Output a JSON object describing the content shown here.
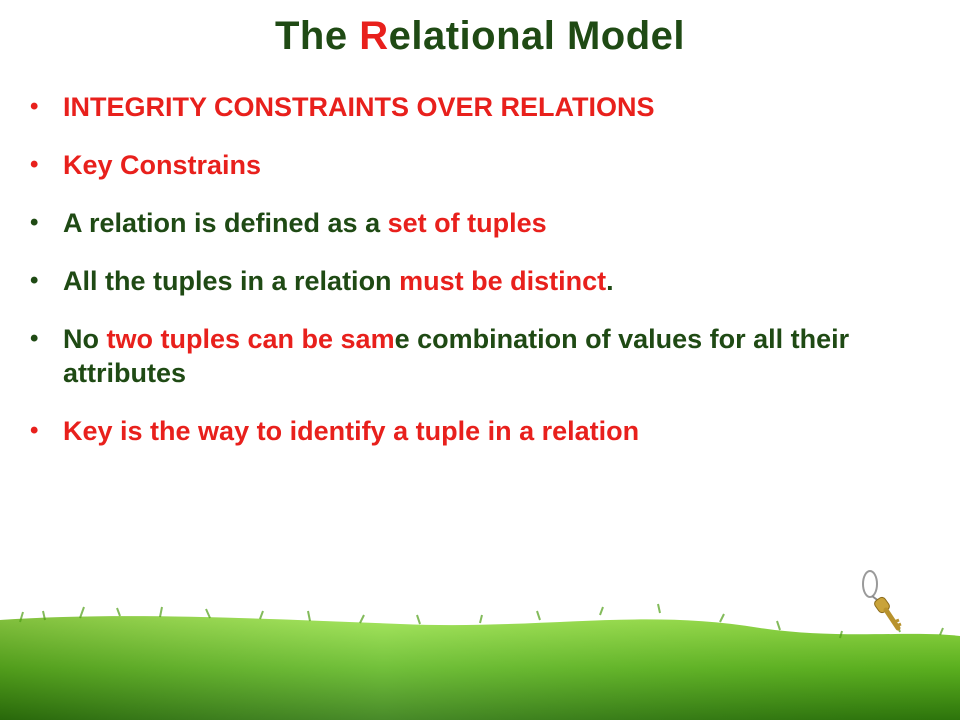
{
  "colors": {
    "green": "#1f4a14",
    "red": "#e8201c",
    "grass_light": "#8ed83a",
    "grass_dark": "#3d8a12"
  },
  "title": [
    {
      "text": "The ",
      "color": "green"
    },
    {
      "text": "R",
      "color": "red"
    },
    {
      "text": "elational Model",
      "color": "green"
    }
  ],
  "bullets": [
    [
      {
        "text": "INTEGRITY CONSTRAINTS OVER RELATIONS",
        "color": "red"
      }
    ],
    [
      {
        "text": "Key Constrains",
        "color": "red"
      }
    ],
    [
      {
        "text": "A relation is defined as a ",
        "color": "green"
      },
      {
        "text": "set of tuples",
        "color": "red"
      }
    ],
    [
      {
        "text": "All the tuples in a relation ",
        "color": "green"
      },
      {
        "text": "must be distinct",
        "color": "red"
      },
      {
        "text": ".",
        "color": "green"
      }
    ],
    [
      {
        "text": "No ",
        "color": "green"
      },
      {
        "text": "two tuples can be sam",
        "color": "red"
      },
      {
        "text": "e combination of values for all their attributes",
        "color": "green"
      }
    ],
    [
      {
        "text": "Key is the way to identify a tuple in a relation",
        "color": "red"
      }
    ]
  ],
  "decorations": {
    "grass_icon": "grass-hill-icon",
    "key_icon": "key-icon"
  }
}
